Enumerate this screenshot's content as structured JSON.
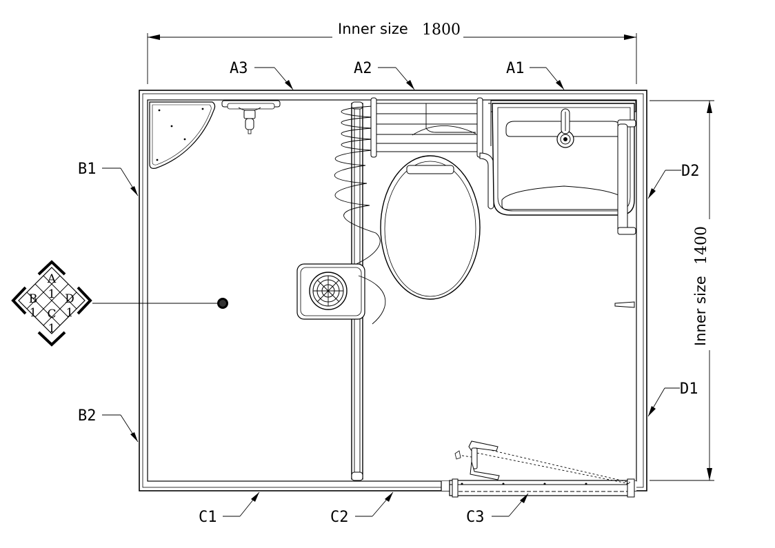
{
  "dimensions": {
    "width_label": "Inner size",
    "width_value": "1800",
    "height_label": "Inner size",
    "height_value": "1400"
  },
  "wall_labels": {
    "A1": "A1",
    "A2": "A2",
    "A3": "A3",
    "B1": "B1",
    "B2": "B2",
    "C1": "C1",
    "C2": "C2",
    "C3": "C3",
    "D1": "D1",
    "D2": "D2"
  },
  "legend": {
    "top": "A",
    "top_num": "1",
    "left": "B",
    "left_num": "1",
    "right": "D",
    "right_num": "1",
    "bottom": "C",
    "bottom_num": "1"
  },
  "icons": {
    "toilet": "toilet-icon",
    "sink": "sink-icon",
    "floor_drain": "floor-drain-icon",
    "shower_head": "shower-head-icon",
    "corner_shelf": "corner-shelf-icon",
    "door": "door-icon",
    "shower_curtain": "shower-curtain-icon",
    "towel_rack": "towel-rack-icon",
    "legend_diamond": "orientation-legend-icon"
  }
}
